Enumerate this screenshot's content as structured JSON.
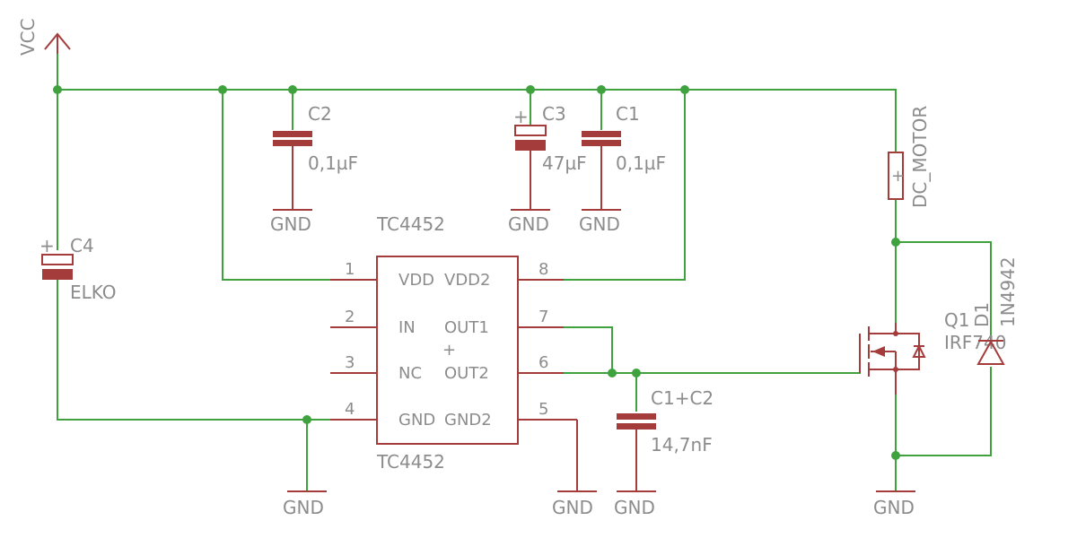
{
  "supply": {
    "vcc": "VCC"
  },
  "capacitors": {
    "c1": {
      "name": "C1",
      "value": "0,1µF"
    },
    "c2": {
      "name": "C2",
      "value": "0,1µF"
    },
    "c3": {
      "name": "C3",
      "value": "47µF"
    },
    "c4": {
      "name": "C4",
      "value": "ELKO"
    },
    "c12": {
      "name": "C1+C2",
      "value": "14,7nF"
    }
  },
  "ground_label": "GND",
  "ic": {
    "name": "TC4452",
    "value": "TC4452",
    "pins_left": [
      {
        "num": "1",
        "name": "VDD"
      },
      {
        "num": "2",
        "name": "IN"
      },
      {
        "num": "3",
        "name": "NC"
      },
      {
        "num": "4",
        "name": "GND"
      }
    ],
    "pins_right": [
      {
        "num": "8",
        "name": "VDD2"
      },
      {
        "num": "7",
        "name": "OUT1"
      },
      {
        "num": "6",
        "name": "OUT2"
      },
      {
        "num": "5",
        "name": "GND2"
      }
    ],
    "center_mark": "+"
  },
  "motor": {
    "name": "DC_MOTOR",
    "plus": "+"
  },
  "mosfet": {
    "name": "Q1",
    "value": "IRF740"
  },
  "diode": {
    "name": "D1",
    "value": "1N4942"
  },
  "polarity_plus": "+"
}
